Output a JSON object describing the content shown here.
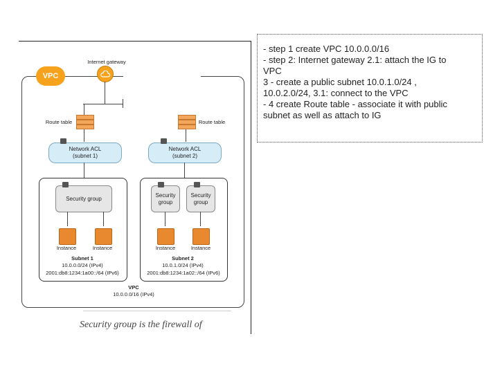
{
  "diagram": {
    "internet_gateway_label": "Internet gateway",
    "vpc_badge": "VPC",
    "route_table_left": "Route table",
    "route_table_right": "Route table",
    "acl1_line1": "Network ACL",
    "acl1_line2": "(subnet 1)",
    "acl2_line1": "Network ACL",
    "acl2_line2": "(subnet 2)",
    "sg_subnet1": "Security group",
    "sg_subnet2a_line1": "Security",
    "sg_subnet2a_line2": "group",
    "sg_subnet2b_line1": "Security",
    "sg_subnet2b_line2": "group",
    "instance_labels": [
      "Instance",
      "Instance",
      "Instance",
      "Instance"
    ],
    "subnet1": {
      "title": "Subnet 1",
      "ipv4": "10.0.0.0/24 (IPv4)",
      "ipv6": "2001:db8:1234:1a00::/64 (IPv6)"
    },
    "subnet2": {
      "title": "Subnet 2",
      "ipv4": "10.0.1.0/24 (IPv4)",
      "ipv6": "2001:db8:1234:1a02::/64 (IPv6)"
    },
    "vpc_footer": {
      "title": "VPC",
      "cidr": "10.0.0.0/16 (IPv4)"
    }
  },
  "caption": "Security group is the firewall of",
  "notes": [
    "- step 1 create VPC 10.0.0.0/16",
    "- step 2: Internet gateway 2.1: attach the IG to",
    "VPC",
    "3 - create a public subnet 10.0.1.0/24 ,",
    "10.0.2.0/24, 3.1: connect to the VPC",
    "- 4 create Route table - associate it with public",
    "subnet as well as attach to IG"
  ],
  "colors": {
    "accent_orange": "#f7a21d",
    "acl_blue": "#d6ecf7",
    "instance_orange": "#e9892f"
  }
}
